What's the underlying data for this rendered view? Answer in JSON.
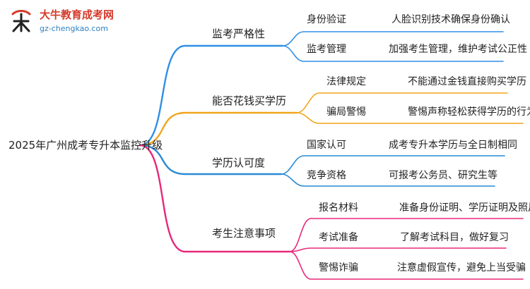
{
  "logo": {
    "title": "大牛教育成考网",
    "url": "gz-chengkao.com"
  },
  "root": "2025年广州成考专升本监控升级",
  "branches": [
    {
      "label": "监考严格性",
      "color": "#2f8fe6",
      "children": [
        {
          "label": "身份验证",
          "detail": "人脸识别技术确保身份确认"
        },
        {
          "label": "监考管理",
          "detail": "加强考生管理，维护考试公正性"
        }
      ]
    },
    {
      "label": "能否花钱买学历",
      "color": "#f0a51c",
      "children": [
        {
          "label": "法律规定",
          "detail": "不能通过金钱直接购买学历"
        },
        {
          "label": "骗局警惕",
          "detail": "警惕声称轻松获得学历的行为"
        }
      ]
    },
    {
      "label": "学历认可度",
      "color": "#2a8ad4",
      "children": [
        {
          "label": "国家认可",
          "detail": "成考专升本学历与全日制相同"
        },
        {
          "label": "竞争资格",
          "detail": "可报考公务员、研究生等"
        }
      ]
    },
    {
      "label": "考生注意事项",
      "color": "#e8287a",
      "children": [
        {
          "label": "报名材料",
          "detail": "准备身份证明、学历证明及照片"
        },
        {
          "label": "考试准备",
          "detail": "了解考试科目，做好复习"
        },
        {
          "label": "警惕诈骗",
          "detail": "注意虚假宣传，避免上当受骗"
        }
      ]
    }
  ]
}
